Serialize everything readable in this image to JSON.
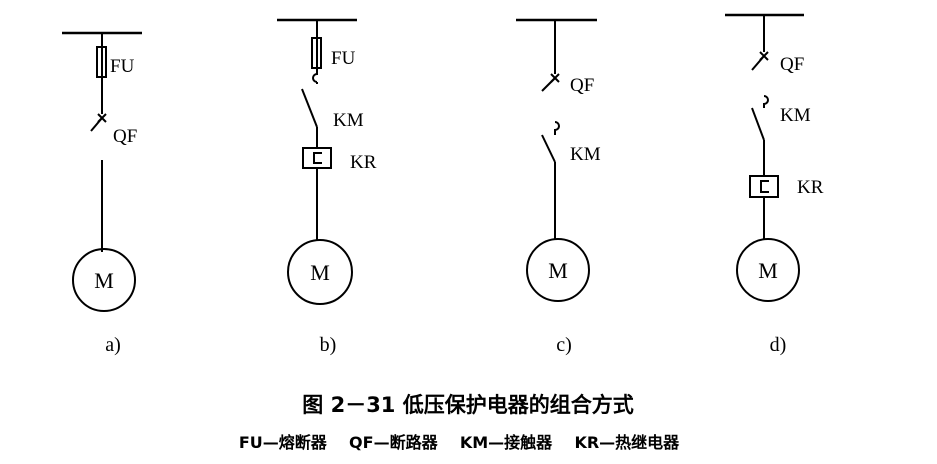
{
  "diagrams": [
    {
      "id": "a",
      "caption": "a)",
      "labels": {
        "fu": "FU",
        "qf": "QF"
      },
      "motor": "M"
    },
    {
      "id": "b",
      "caption": "b)",
      "labels": {
        "fu": "FU",
        "km": "KM",
        "kr": "KR"
      },
      "motor": "M"
    },
    {
      "id": "c",
      "caption": "c)",
      "labels": {
        "qf": "QF",
        "km": "KM"
      },
      "motor": "M"
    },
    {
      "id": "d",
      "caption": "d)",
      "labels": {
        "qf": "QF",
        "km": "KM",
        "kr": "KR"
      },
      "motor": "M"
    }
  ],
  "figure_title": "图 2－31   低压保护电器的组合方式",
  "legend": "FU—熔断器    QF—断路器    KM—接触器    KR—热继电器"
}
